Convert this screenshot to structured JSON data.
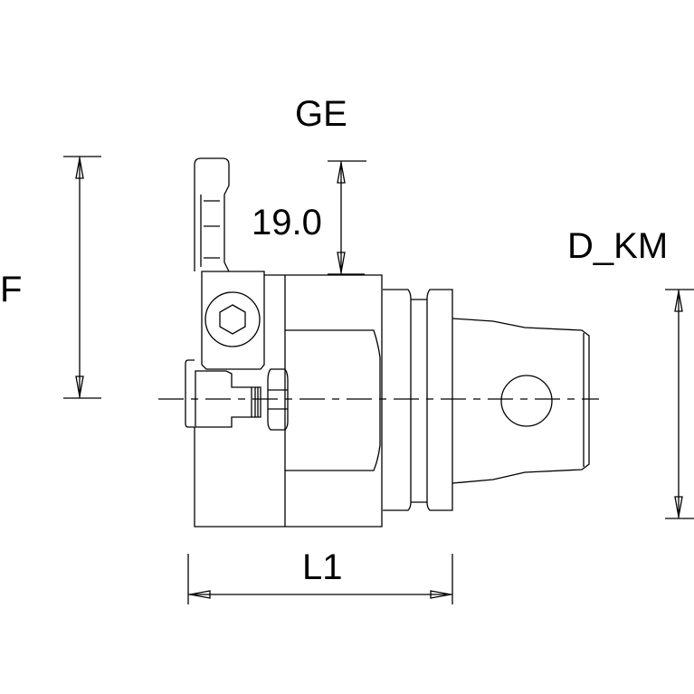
{
  "labels": {
    "ge": "GE",
    "f": "F",
    "d_km": "D_KM",
    "l1": "L1",
    "dim_19": "19.0"
  }
}
